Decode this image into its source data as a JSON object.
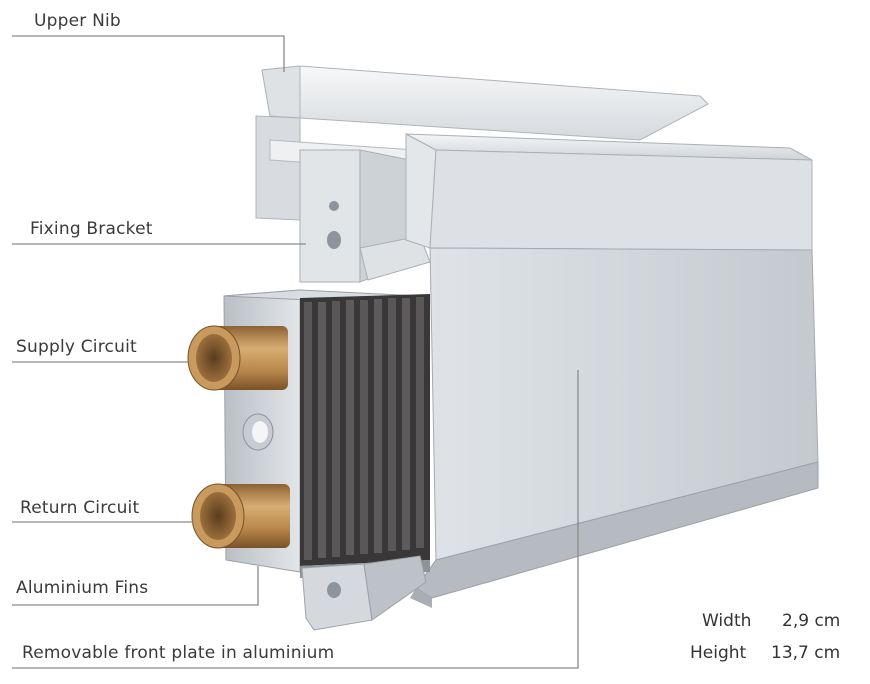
{
  "labels": {
    "upper_nib": "Upper Nib",
    "fixing_bracket": "Fixing Bracket",
    "supply_circuit": "Supply Circuit",
    "return_circuit": "Return Circuit",
    "aluminium_fins": "Aluminium Fins",
    "front_plate": "Removable front plate in aluminium"
  },
  "specs": {
    "width_label": "Width",
    "width_value": "2,9 cm",
    "height_label": "Height",
    "height_value": "13,7 cm"
  },
  "colors": {
    "leader_line": "#8a8a8a",
    "aluminium_light": "#e9ecef",
    "aluminium_mid": "#c9ced3",
    "aluminium_dark": "#9aa1a8",
    "fins": "#2c2a2b",
    "copper": "#b8864b"
  }
}
